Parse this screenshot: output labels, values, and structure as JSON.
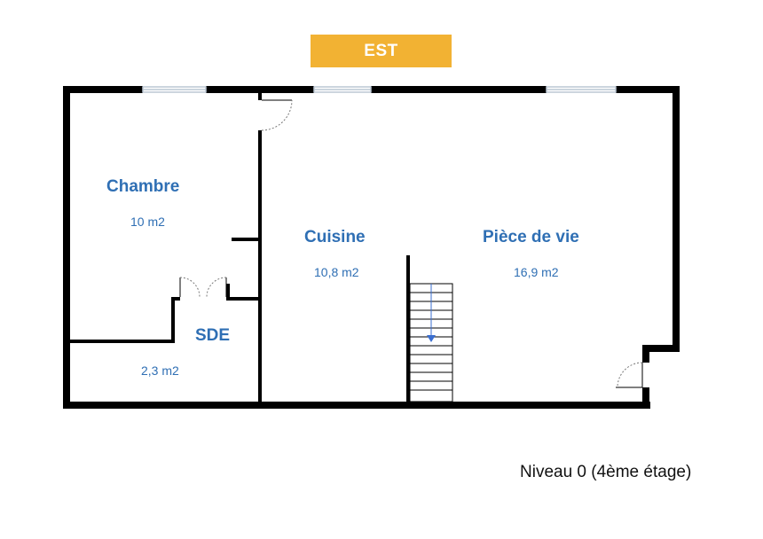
{
  "orientation_label": "EST",
  "colors": {
    "orientation_bg": "#f2b233",
    "room_text": "#2f6fb4",
    "wall": "#000000",
    "window": "#bcc7d4",
    "stair_arrow": "#3b6fd1"
  },
  "rooms": [
    {
      "name": "Chambre",
      "area": "10 m2"
    },
    {
      "name": "Cuisine",
      "area": "10,8 m2"
    },
    {
      "name": "Pièce de vie",
      "area": "16,9 m2"
    },
    {
      "name": "SDE",
      "area": "2,3 m2"
    }
  ],
  "level_caption": "Niveau 0 (4ème étage)",
  "icons": [
    "door-swing-icon",
    "double-door-icon",
    "staircase-icon",
    "window-icon"
  ]
}
